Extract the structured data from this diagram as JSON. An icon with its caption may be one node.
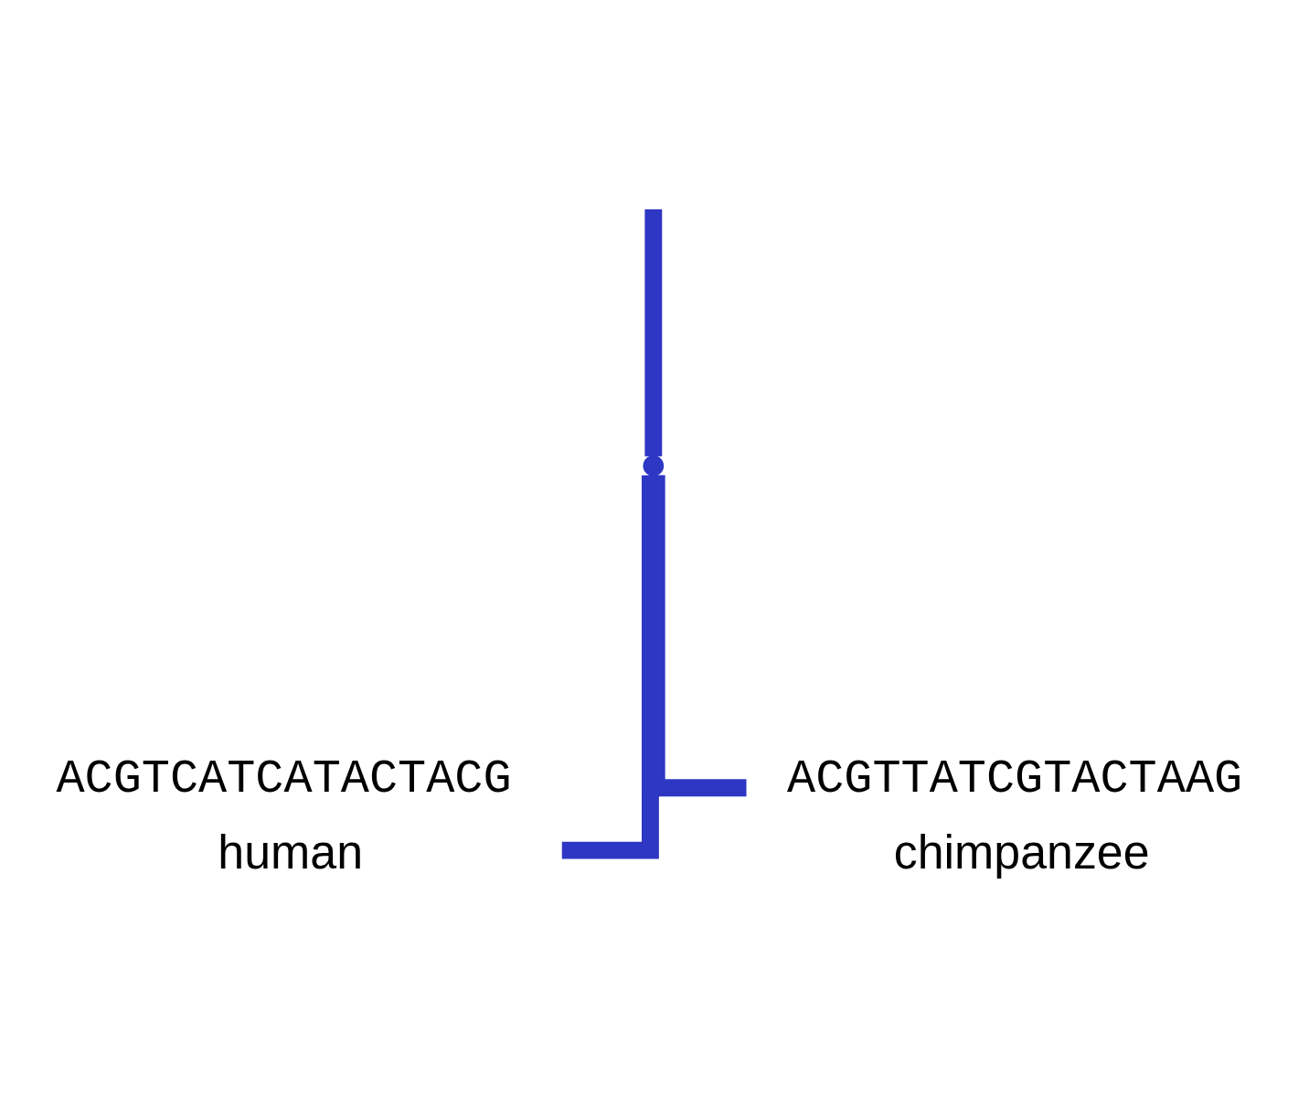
{
  "diagram": {
    "nodes": [
      {
        "text": [],
        "shape": "point"
      },
      {
        "text": [
          "ACGTCATCATACTACG",
          "human"
        ]
      },
      {
        "text": [
          "ACGTTATCGTACTAAG",
          "chimpanzee"
        ]
      }
    ],
    "edges": [
      {
        "from": null,
        "to": 0,
        "arrow": "none"
      },
      {
        "from": 0,
        "to": 1,
        "arrow": "none"
      },
      {
        "from": 0,
        "to": 2,
        "arrow": "none"
      }
    ]
  }
}
